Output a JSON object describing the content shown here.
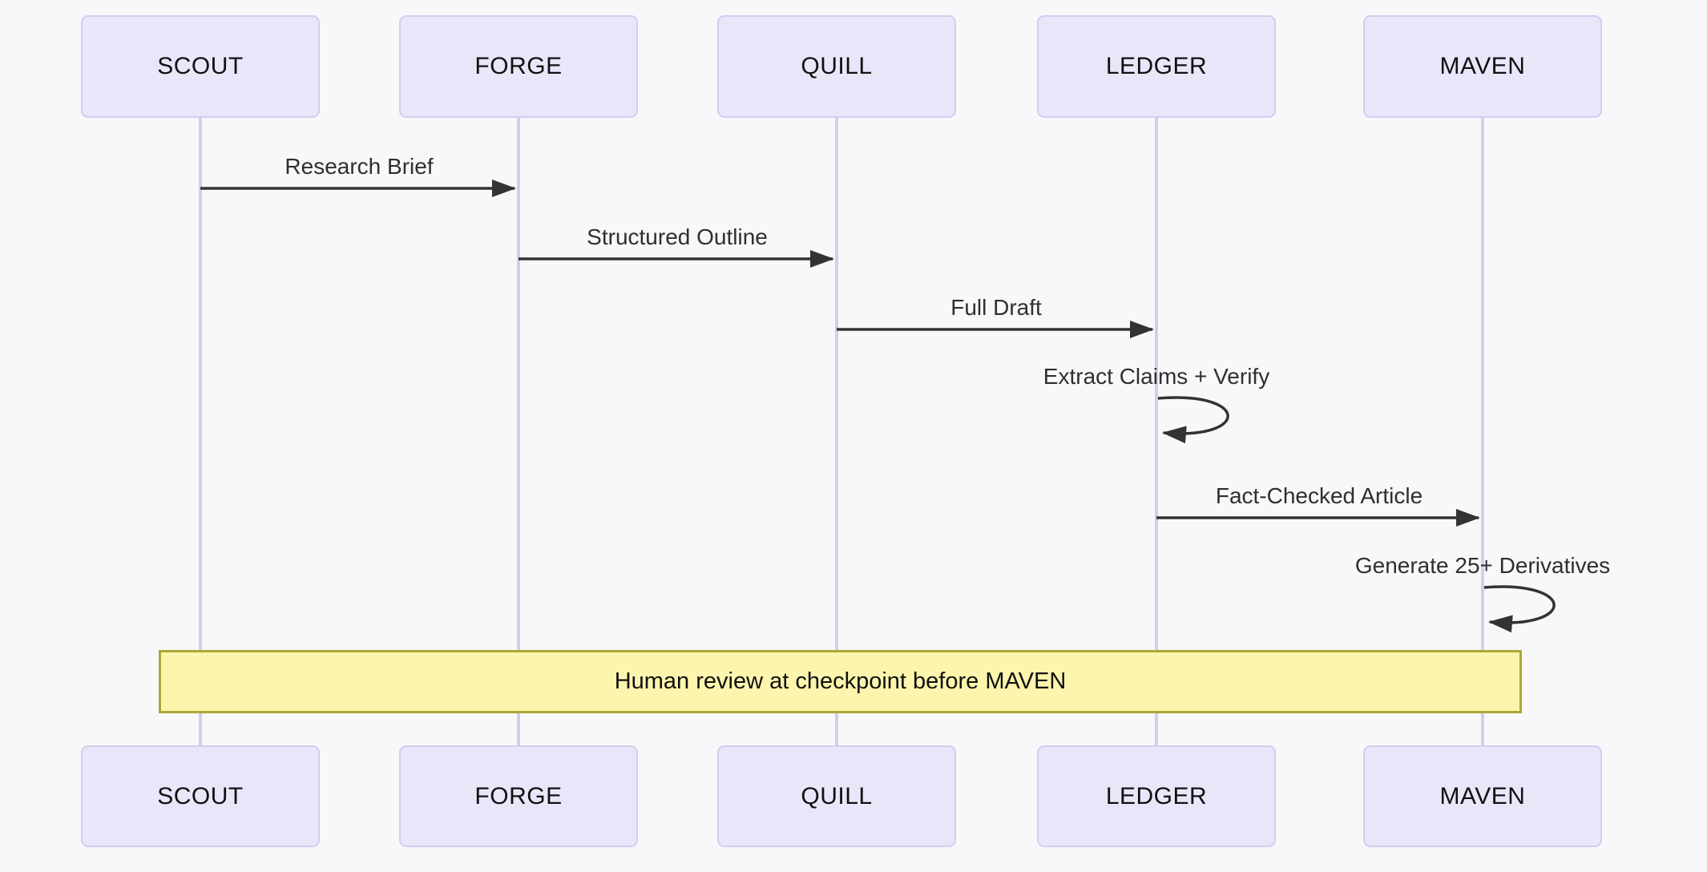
{
  "diagram": {
    "type": "sequence-diagram",
    "actors": [
      {
        "name": "SCOUT"
      },
      {
        "name": "FORGE"
      },
      {
        "name": "QUILL"
      },
      {
        "name": "LEDGER"
      },
      {
        "name": "MAVEN"
      }
    ],
    "messages": [
      {
        "from": "SCOUT",
        "to": "FORGE",
        "kind": "arrow",
        "label": "Research Brief"
      },
      {
        "from": "FORGE",
        "to": "QUILL",
        "kind": "arrow",
        "label": "Structured Outline"
      },
      {
        "from": "QUILL",
        "to": "LEDGER",
        "kind": "arrow",
        "label": "Full Draft"
      },
      {
        "from": "LEDGER",
        "to": "LEDGER",
        "kind": "self",
        "label": "Extract Claims + Verify"
      },
      {
        "from": "LEDGER",
        "to": "MAVEN",
        "kind": "arrow",
        "label": "Fact-Checked Article"
      },
      {
        "from": "MAVEN",
        "to": "MAVEN",
        "kind": "self",
        "label": "Generate 25+ Derivatives"
      }
    ],
    "note": {
      "text": "Human review at checkpoint before MAVEN",
      "span": "SCOUT to MAVEN"
    },
    "colors": {
      "background": "#f8f8fb",
      "actor_fill": "#eae6fa",
      "actor_border": "#d5cbf0",
      "lifeline": "#d6cbee",
      "arrow": "#333333",
      "note_fill": "#fdf5ad",
      "note_border": "#a9a935",
      "actor_text": "#111111",
      "message_text": "#2f2f2f"
    }
  }
}
